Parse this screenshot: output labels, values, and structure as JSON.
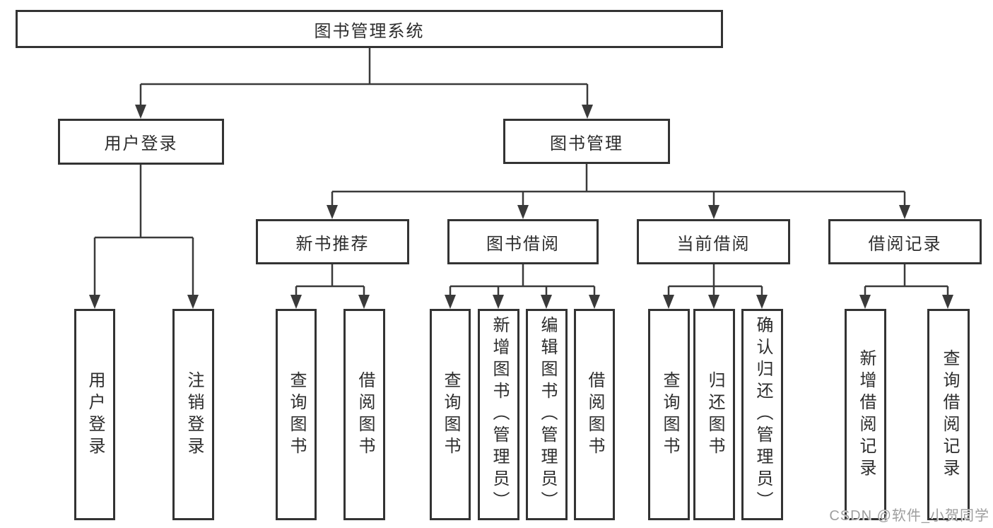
{
  "page": {
    "background": "#ffffff",
    "watermark": {
      "text": "CSDN @软件_小贺同学",
      "color": "#9e9e9e"
    }
  },
  "diagram": {
    "type": "hierarchy-tree",
    "colors": {
      "line": "#3a3a3a",
      "box_border": "#333333",
      "text": "#2d2d2d",
      "box_fill": "#ffffff"
    },
    "root": {
      "label": "图书管理系统"
    },
    "modules": [
      {
        "label": "用户登录",
        "children": [
          {
            "label": "用户登录"
          },
          {
            "label": "注销登录"
          }
        ]
      },
      {
        "label": "图书管理",
        "submodules": [
          {
            "label": "新书推荐",
            "children": [
              {
                "label": "查询图书"
              },
              {
                "label": "借阅图书"
              }
            ]
          },
          {
            "label": "图书借阅",
            "children": [
              {
                "label": "查询图书"
              },
              {
                "label": "新增图书（管理员）"
              },
              {
                "label": "编辑图书（管理员）"
              },
              {
                "label": "借阅图书"
              }
            ]
          },
          {
            "label": "当前借阅",
            "children": [
              {
                "label": "查询图书"
              },
              {
                "label": "归还图书"
              },
              {
                "label": "确认归还（管理员）"
              }
            ]
          },
          {
            "label": "借阅记录",
            "children": [
              {
                "label": "新增借阅记录"
              },
              {
                "label": "查询借阅记录"
              }
            ]
          }
        ]
      }
    ]
  }
}
